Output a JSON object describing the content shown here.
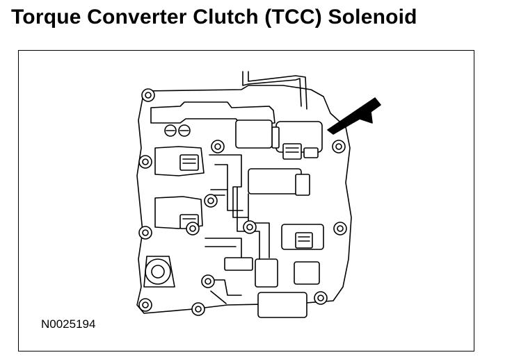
{
  "header": {
    "title": "Torque Converter Clutch (TCC) Solenoid"
  },
  "figure": {
    "id": "N0025194"
  },
  "icons": {
    "pointer": "arrow-icon",
    "subject": "tcc-solenoid"
  },
  "colors": {
    "ink": "#000000",
    "paper": "#ffffff"
  }
}
